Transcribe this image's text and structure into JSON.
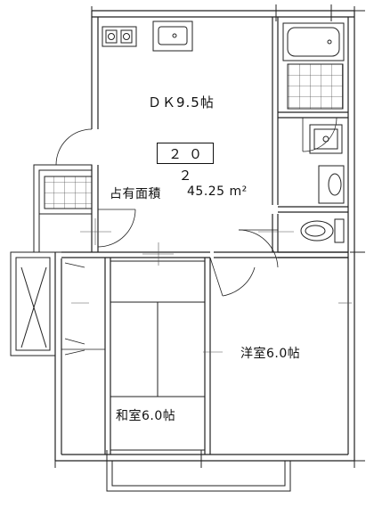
{
  "floor_plan": {
    "unit_number": "２０２",
    "area_label": "占有面積",
    "area_value": "45.25 m²",
    "rooms": {
      "dk": "ＤＫ9.5帖",
      "western": "洋室6.0帖",
      "japanese": "和室6.0帖"
    }
  }
}
